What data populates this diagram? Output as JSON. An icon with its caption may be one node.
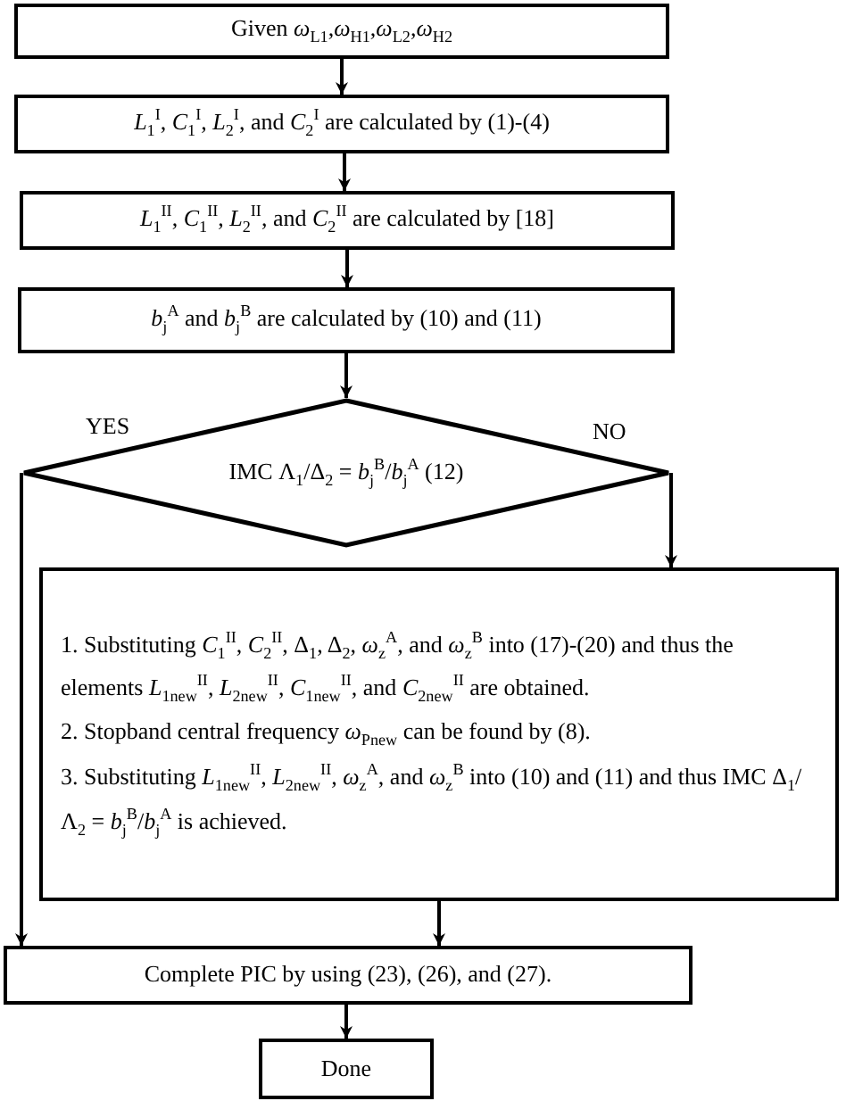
{
  "diagram": {
    "nodes": [
      {
        "text": [
          "Given *ω*$_{L1}$,*ω*$_{H1}$,*ω*$_{L2}$,*ω*$_{H2}$"
        ]
      },
      {
        "text": [
          "*L*$_{1}$$^{I}$, *C*$_{1}$$^{I}$, *L*$_{2}$$^{I}$, and *C*$_{2}$$^{I}$ are calculated by (1)-(4)"
        ]
      },
      {
        "text": [
          "*L*$_{1}$$^{II}$, *C*$_{1}$$^{II}$, *L*$_{2}$$^{II}$, and *C*$_{2}$$^{II}$ are calculated by [18]"
        ]
      },
      {
        "text": [
          "*b*$_{j}$$^{A}$ and *b*$_{j}$$^{B}$ are calculated by (10) and (11)"
        ]
      },
      {
        "text": [
          "IMC Λ$_{1}$/Δ$_{2}$ = *b*$_{j}$$^{B}$/*b*$_{j}$$^{A}$ (12)"
        ]
      },
      {
        "text": [
          "1. Substituting *C*$_{1}$$^{II}$, *C*$_{2}$$^{II}$, Δ$_{1}$, Δ$_{2}$, *ω*$_{z}$$^{A}$, and *ω*$_{z}$$^{B}$ into (17)-(20) and thus the elements *L*$_{1new}$$^{II}$, *L*$_{2new}$$^{II}$, *C*$_{1new}$$^{II}$, and *C*$_{2new}$$^{II}$ are obtained.",
          "2. Stopband central frequency *ω*$_{Pnew}$ can be found by (8).",
          "3. Substituting *L*$_{1new}$$^{II}$, *L*$_{2new}$$^{II}$, *ω*$_{z}$$^{A}$, and *ω*$_{z}$$^{B}$ into (10) and (11) and thus IMC Δ$_{1}$/Λ$_{2}$ = *b*$_{j}$$^{B}$/*b*$_{j}$$^{A}$ is achieved."
        ]
      },
      {
        "text": [
          "Complete PIC by using (23), (26), and (27)."
        ]
      },
      {
        "text": [
          "Done"
        ]
      }
    ],
    "edges": [
      {
        "from": 0,
        "to": 1,
        "arrow": "to"
      },
      {
        "from": 1,
        "to": 2,
        "arrow": "to"
      },
      {
        "from": 2,
        "to": 3,
        "arrow": "to"
      },
      {
        "from": 3,
        "to": 4,
        "arrow": "to"
      },
      {
        "from": 4,
        "to": 6,
        "arrow": "to",
        "label": "YES"
      },
      {
        "from": 4,
        "to": 5,
        "arrow": "to",
        "label": "NO"
      },
      {
        "from": 5,
        "to": 6,
        "arrow": "to"
      },
      {
        "from": 6,
        "to": 7,
        "arrow": "to"
      }
    ]
  }
}
